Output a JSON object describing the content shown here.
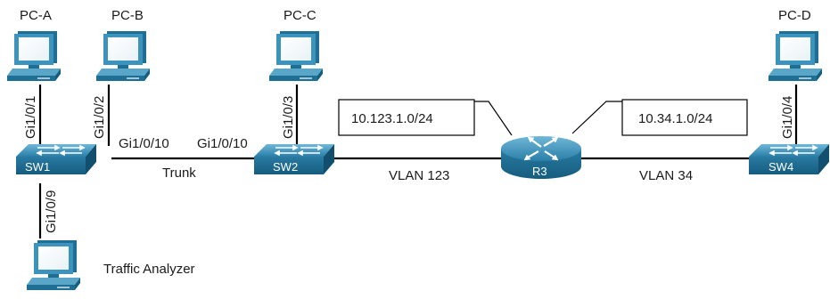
{
  "pcs": {
    "pc_a": "PC-A",
    "pc_b": "PC-B",
    "pc_c": "PC-C",
    "pc_d": "PC-D",
    "analyzer": "Traffic Analyzer"
  },
  "switches": {
    "sw1": "SW1",
    "sw2": "SW2",
    "sw4": "SW4"
  },
  "router": {
    "r3": "R3"
  },
  "ports": {
    "sw1_pca": "Gi1/0/1",
    "sw1_pcb": "Gi1/0/2",
    "sw1_analyzer": "Gi1/0/9",
    "sw1_trunk": "Gi1/0/10",
    "sw2_trunk": "Gi1/0/10",
    "sw2_pcc": "Gi1/0/3",
    "sw4_pcd": "Gi1/0/4"
  },
  "links": {
    "trunk": "Trunk",
    "vlan123": "VLAN 123",
    "vlan34": "VLAN 34"
  },
  "subnets": {
    "left": "10.123.1.0/24",
    "right": "10.34.1.0/24"
  },
  "colors": {
    "device_dark": "#1f6f95",
    "device_light": "#5aa6c8",
    "device_top": "#2d84ad",
    "screen": "#ffffff",
    "line": "#000000"
  },
  "icons": [
    "pc-icon",
    "switch-icon",
    "router-icon"
  ]
}
